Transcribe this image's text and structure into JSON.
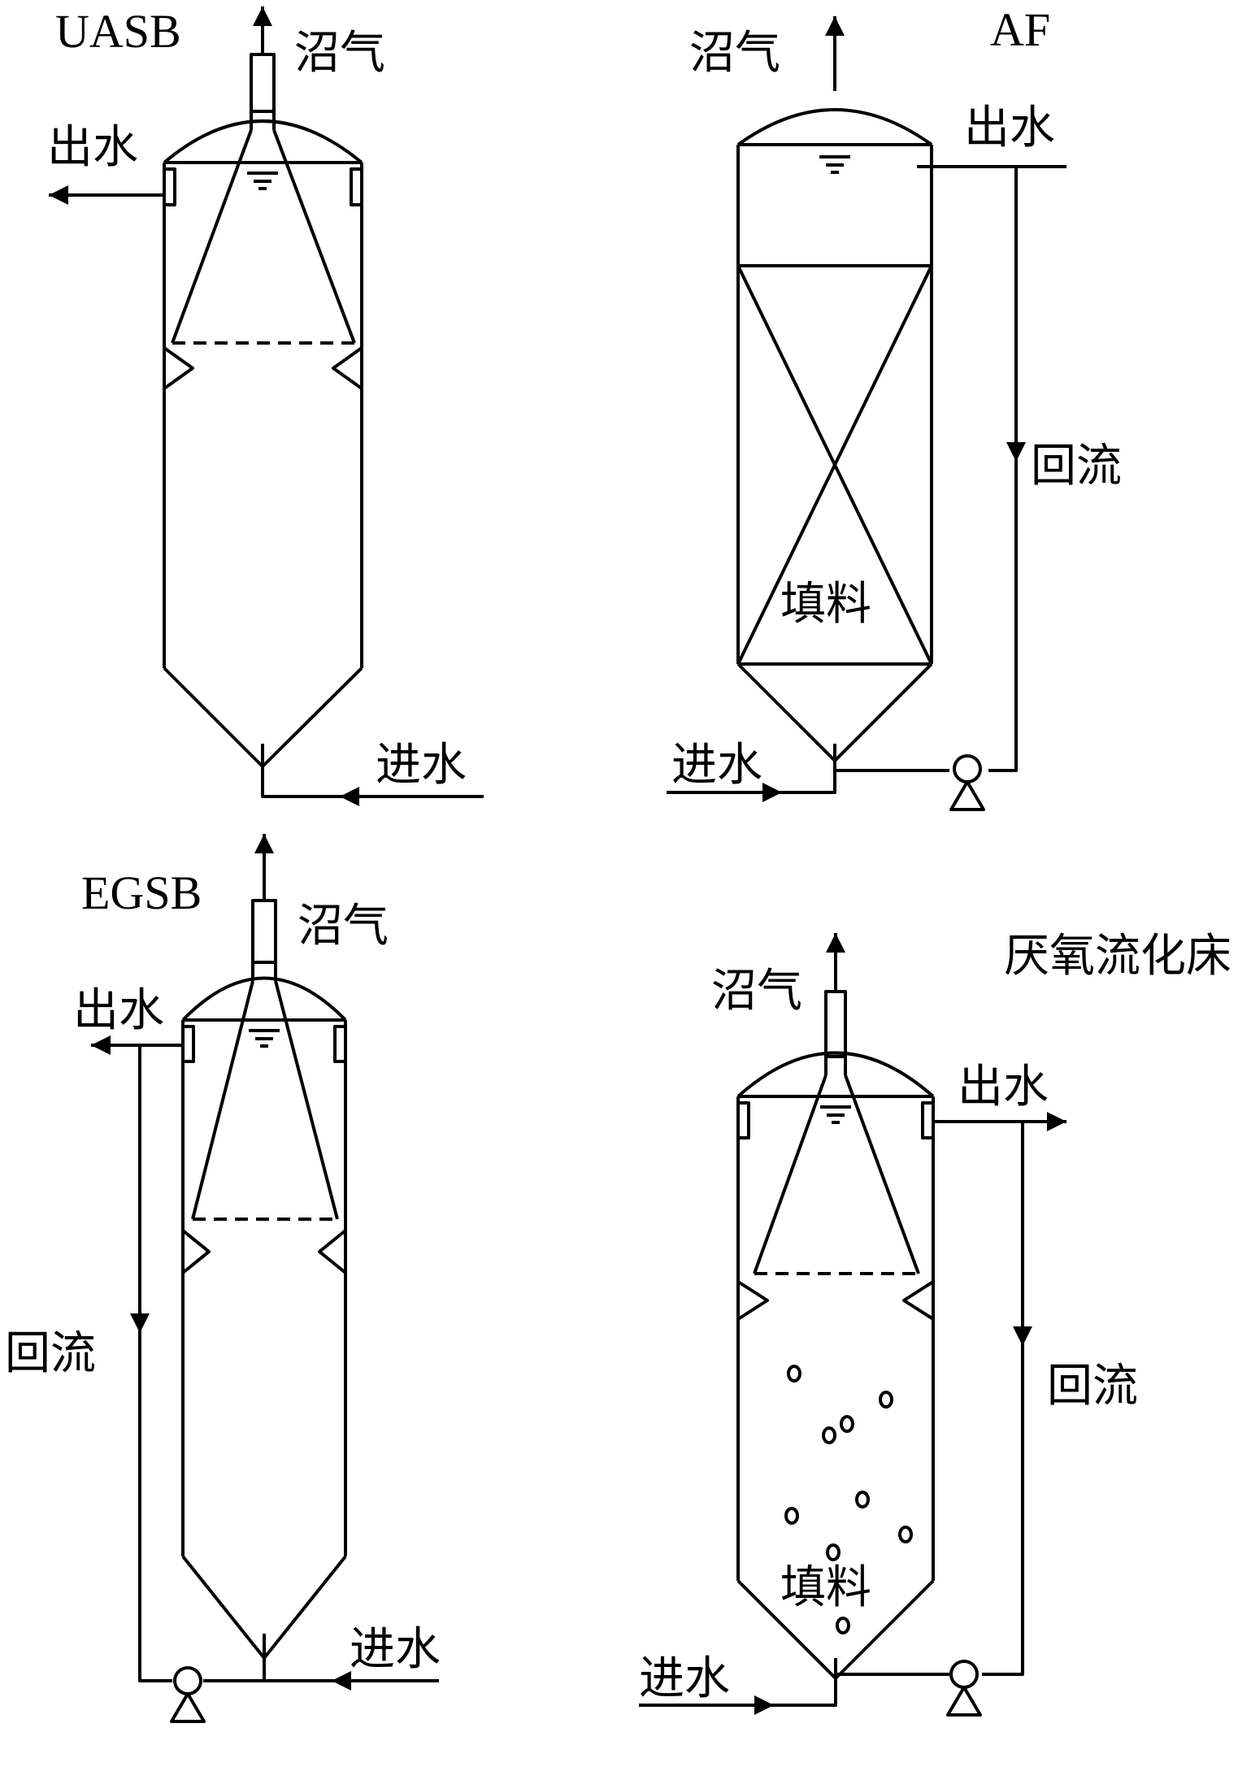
{
  "diagrams": {
    "uasb": {
      "title": "UASB",
      "biogas": "沼气",
      "outlet": "出水",
      "inlet": "进水"
    },
    "af": {
      "title": "AF",
      "biogas": "沼气",
      "outlet": "出水",
      "recycle": "回流",
      "packing": "填料",
      "inlet": "进水"
    },
    "egsb": {
      "title": "EGSB",
      "biogas": "沼气",
      "outlet": "出水",
      "recycle": "回流",
      "inlet": "进水"
    },
    "afb": {
      "title": "厌氧流化床",
      "biogas": "沼气",
      "outlet": "出水",
      "recycle": "回流",
      "packing": "填料",
      "inlet": "进水"
    }
  }
}
